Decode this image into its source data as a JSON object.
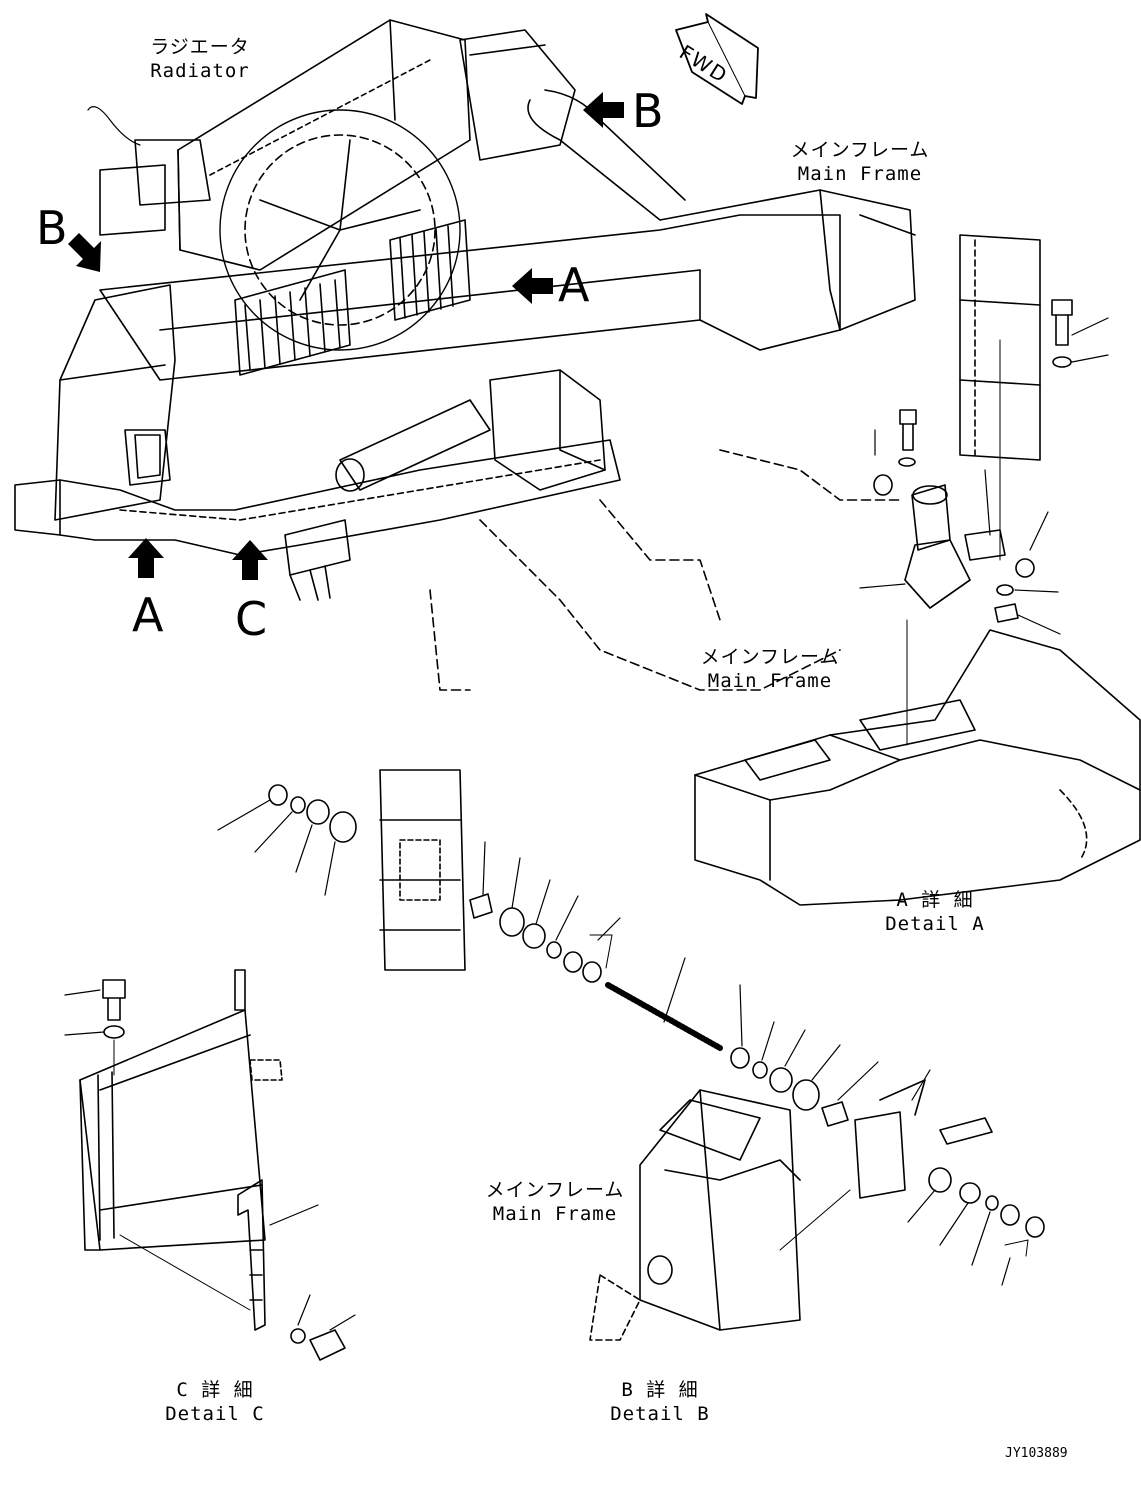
{
  "labels": {
    "radiator": {
      "jp": "ラジエータ",
      "en": "Radiator"
    },
    "main_frame_top": {
      "jp": "メインフレーム",
      "en": "Main Frame"
    },
    "main_frame_detail_a": {
      "jp": "メインフレーム",
      "en": "Main Frame"
    },
    "main_frame_detail_b": {
      "jp": "メインフレーム",
      "en": "Main Frame"
    },
    "detail_a": {
      "jp": "A 詳 細",
      "en": "Detail A"
    },
    "detail_b": {
      "jp": "B 詳 細",
      "en": "Detail B"
    },
    "detail_c": {
      "jp": "C 詳 細",
      "en": "Detail C"
    }
  },
  "view_markers": {
    "b_top": "B",
    "b_left": "B",
    "a_right": "A",
    "a_bottom": "A",
    "c_bottom": "C"
  },
  "direction": "FWD",
  "drawing_code": "JY103889",
  "colors": {
    "line": "#000000",
    "background": "#ffffff"
  }
}
